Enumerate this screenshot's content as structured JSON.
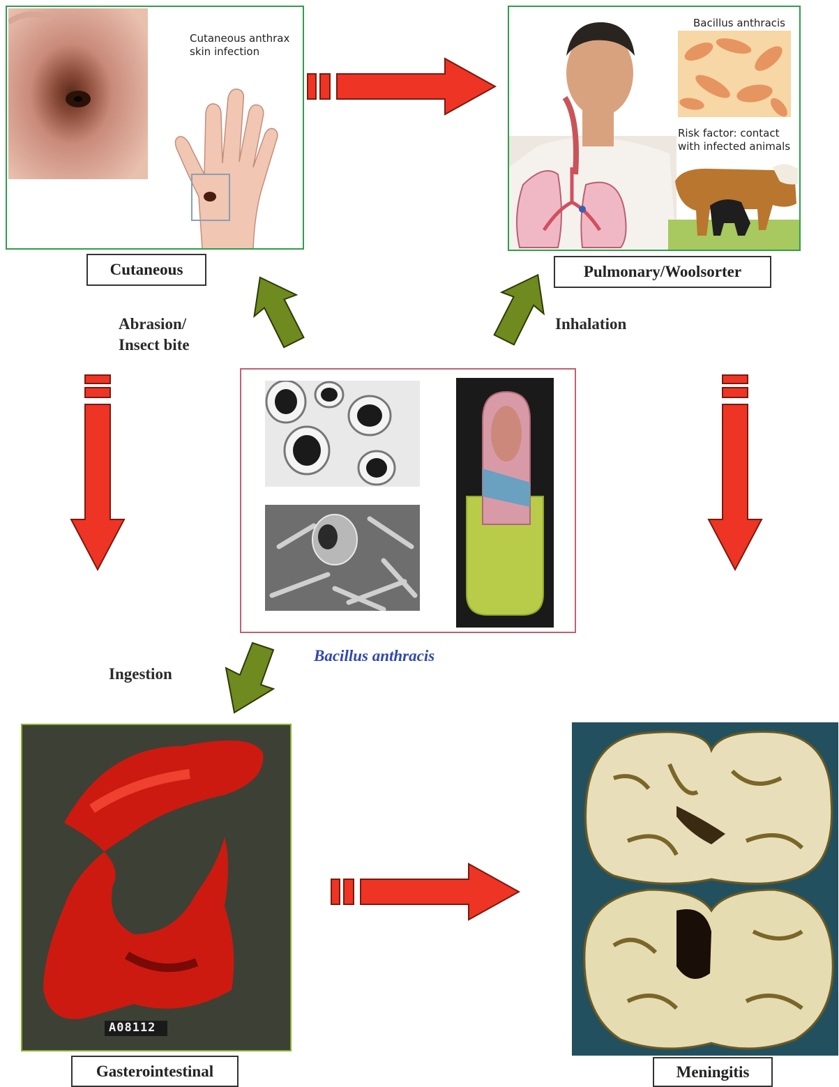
{
  "panels": {
    "cutaneous": {
      "annotation": "Cutaneous anthrax skin infection",
      "caption": "Cutaneous"
    },
    "pulmonary": {
      "organism_label": "Bacillus anthracis",
      "risk_label": "Risk factor: contact with infected animals",
      "caption": "Pulmonary/Woolsorter"
    },
    "center": {
      "caption": "Bacillus anthracis"
    },
    "gastro": {
      "specimen_tag": "A08112",
      "caption": "Gasterointestinal"
    },
    "meningitis": {
      "caption": "Meningitis"
    }
  },
  "routes": {
    "abrasion": "Abrasion/ Insect bite",
    "inhalation": "Inhalation",
    "ingestion": "Ingestion"
  },
  "colors": {
    "route_arrow": "#6f8a1e",
    "progression_arrow": "#ee3424",
    "cutaneous_border": "#2e9e4a",
    "center_border": "#c06070",
    "gastro_border": "#8ab02a"
  }
}
